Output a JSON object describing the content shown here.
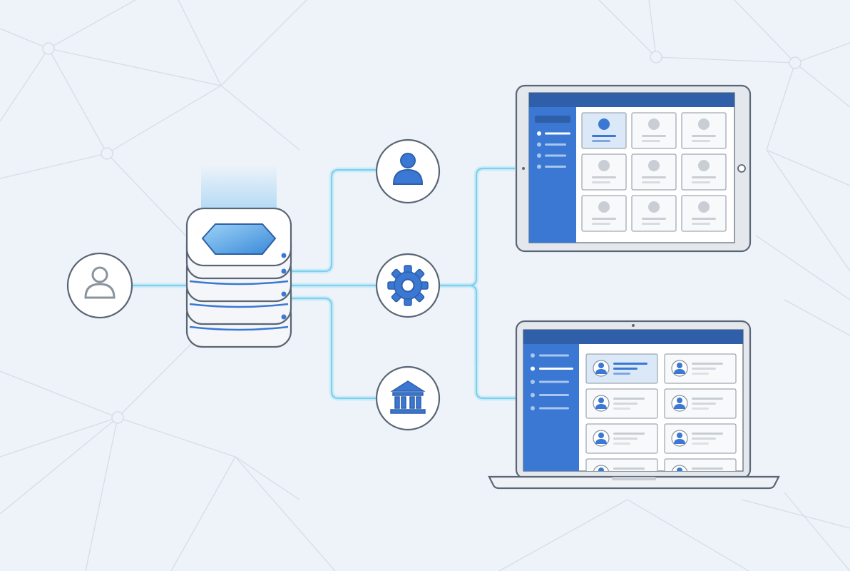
{
  "colors": {
    "background": "#eef3f9",
    "network_line": "#d6dde6",
    "connector": "#7fd0ee",
    "connector_glow": "#bfe8f7",
    "accent": "#3a78d3",
    "accent_dark": "#2e5fa8",
    "outline": "#5a6675",
    "node_fill": "#ffffff",
    "user_icon_grey": "#8a939e",
    "screen_sidebar": "#3a78d3",
    "card_fill": "#f7f9fb",
    "card_selected": "#dbe8f7",
    "placeholder_grey": "#c9ced4"
  },
  "nodes": [
    {
      "id": "user",
      "icon": "user-icon"
    },
    {
      "id": "server",
      "icon": "server-stack-icon"
    },
    {
      "id": "profile",
      "icon": "user-icon"
    },
    {
      "id": "settings",
      "icon": "gear-icon"
    },
    {
      "id": "institution",
      "icon": "bank-icon"
    },
    {
      "id": "tablet",
      "icon": "tablet-device"
    },
    {
      "id": "laptop",
      "icon": "laptop-device"
    }
  ],
  "edges": [
    {
      "from": "user",
      "to": "server"
    },
    {
      "from": "server",
      "to": "profile"
    },
    {
      "from": "server",
      "to": "settings"
    },
    {
      "from": "server",
      "to": "institution"
    },
    {
      "from": "settings",
      "to": "tablet"
    },
    {
      "from": "settings",
      "to": "laptop"
    }
  ],
  "tablet_screen": {
    "columns": 3,
    "rows": 3,
    "selected_card": 0,
    "sidebar_items": 4
  },
  "laptop_screen": {
    "columns": 2,
    "rows": 4,
    "selected_card": 0,
    "sidebar_items": 5
  }
}
